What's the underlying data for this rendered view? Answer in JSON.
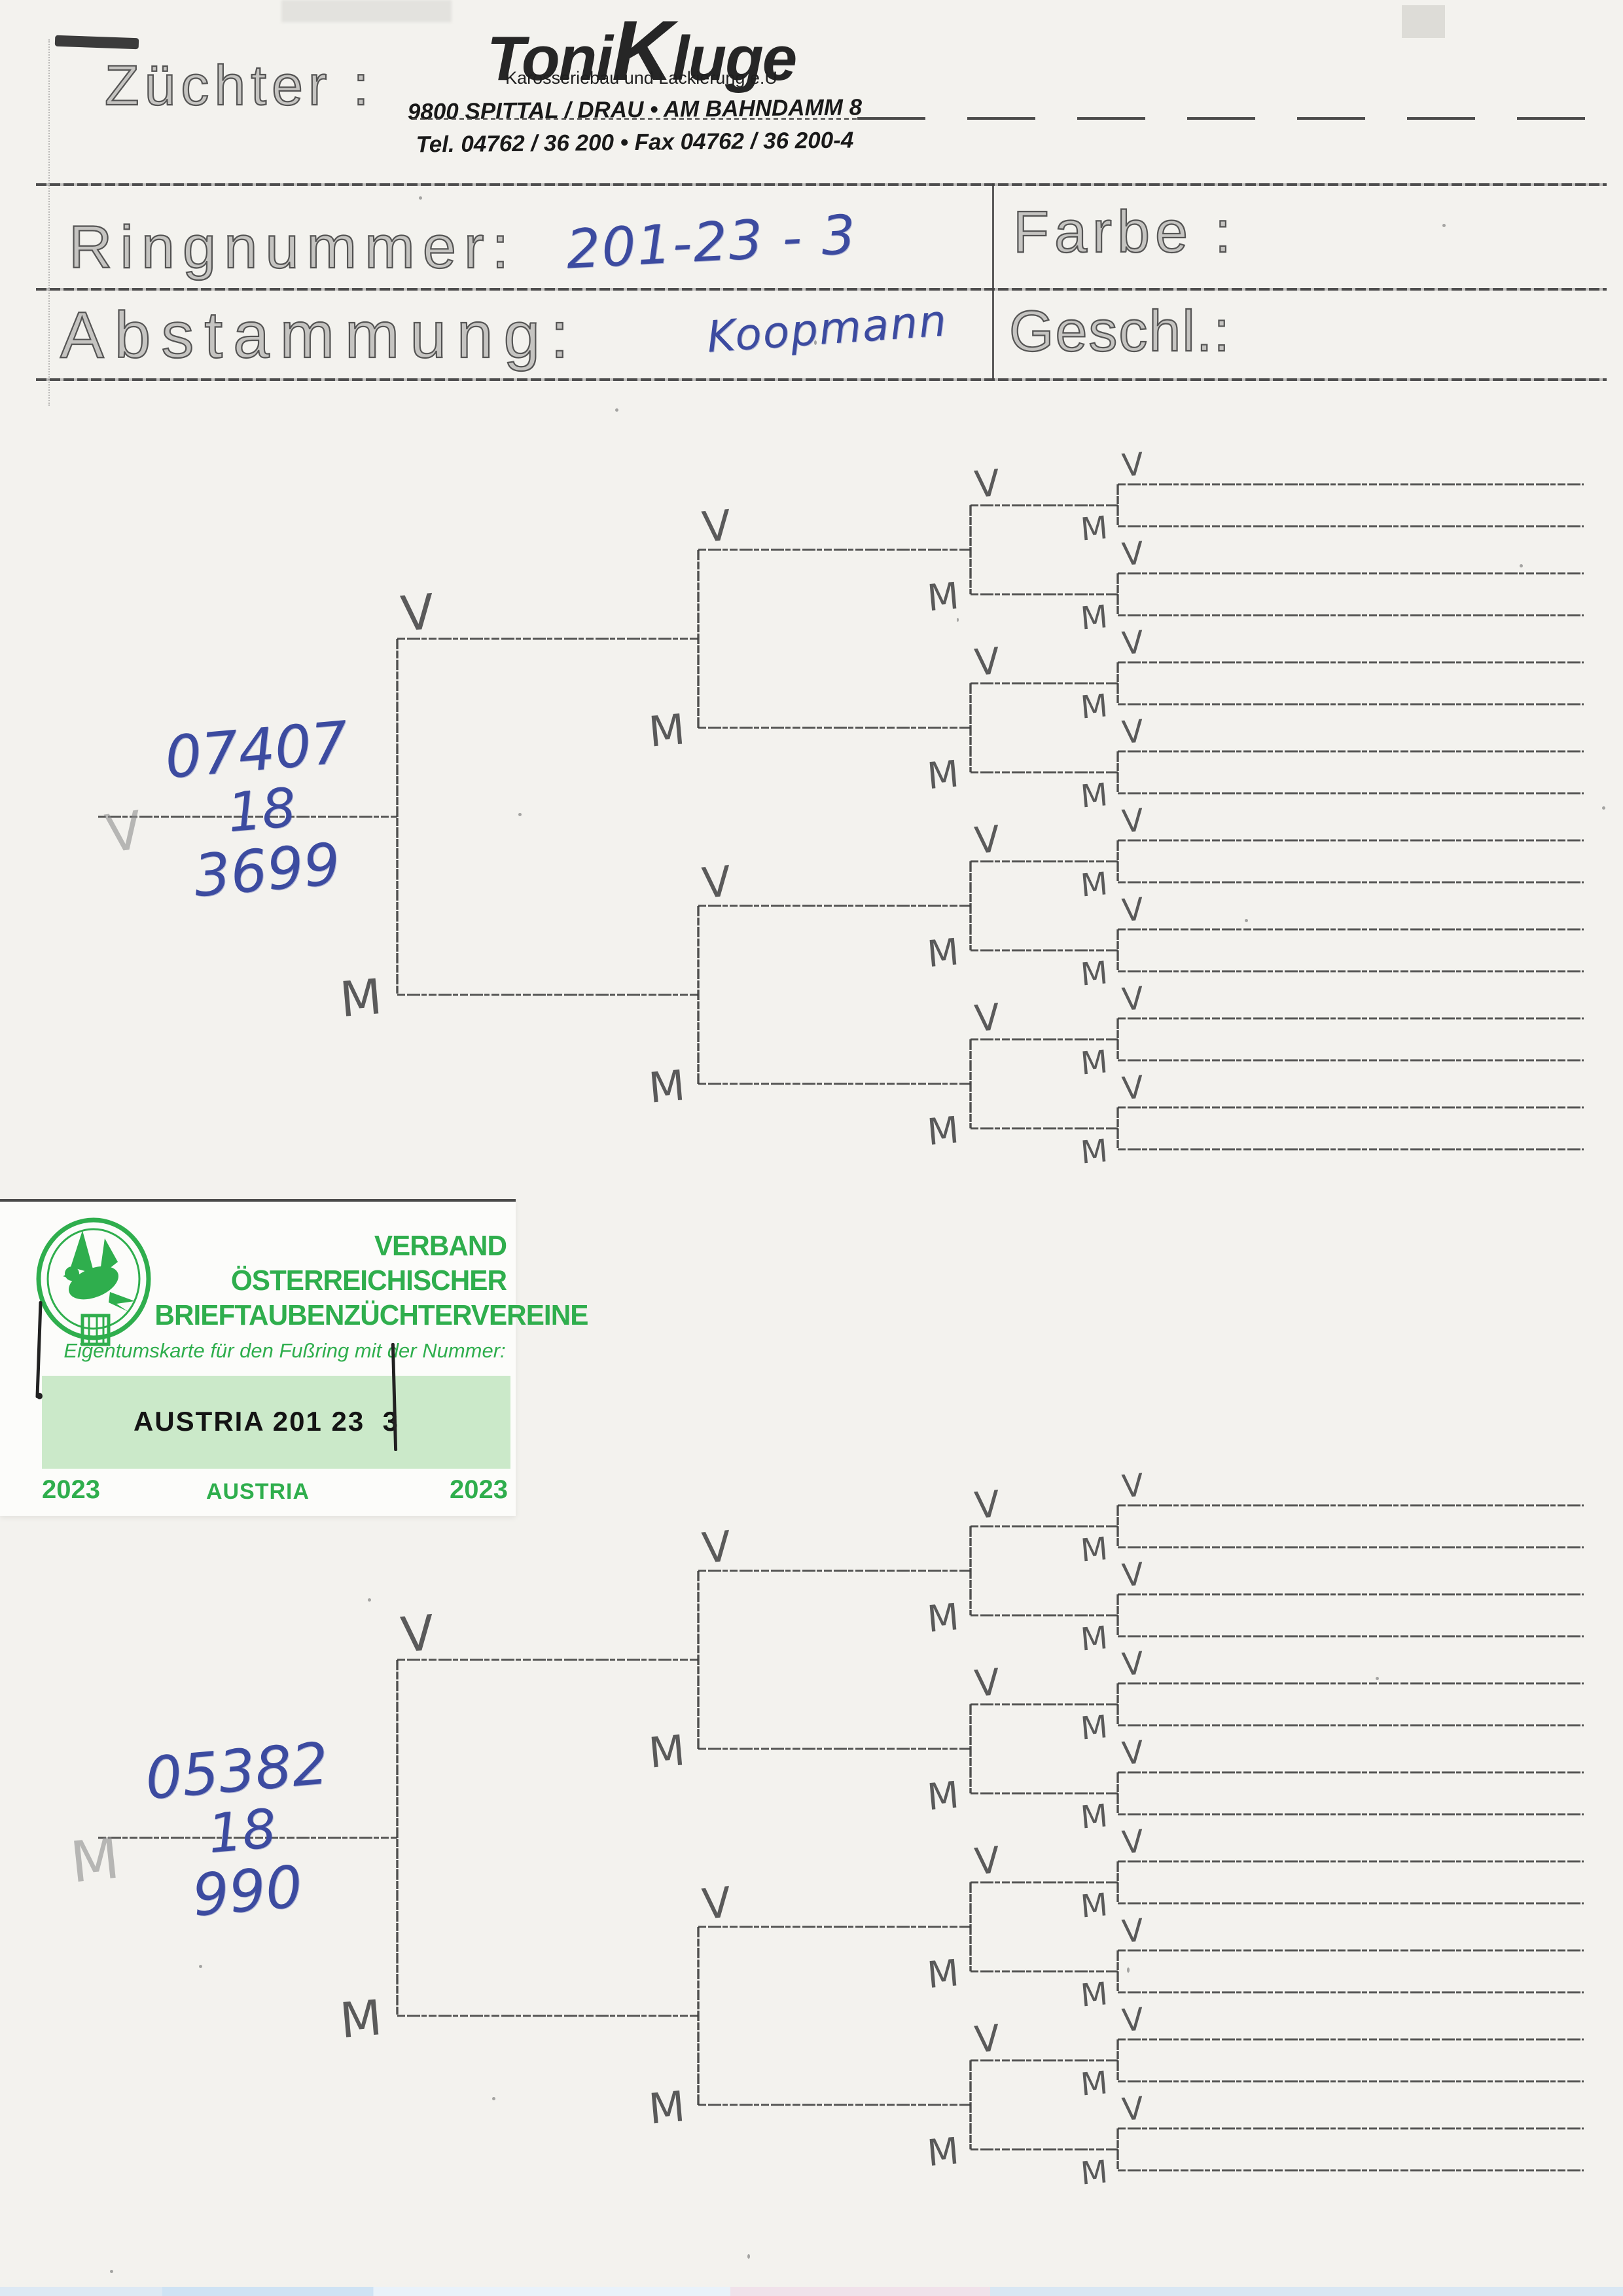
{
  "header": {
    "zuechter_label": "Züchter :",
    "logo": {
      "name_part1": "Toni",
      "name_part2": "K",
      "name_part3": "luge",
      "subtitle": "Karosseriebau und Lackierung e.U",
      "address": "9800 SPITTAL / DRAU • AM BAHNDAMM 8",
      "phone_fax": "Tel. 04762 / 36 200 • Fax 04762 / 36 200-4"
    }
  },
  "form": {
    "ringnummer_label": "Ringnummer:",
    "ringnummer_value": "201-23 - 3",
    "farbe_label": "Farbe :",
    "farbe_value": "",
    "abstammung_label": "Abstammung:",
    "abstammung_value": "Koopmann",
    "geschl_label": "Geschl.:",
    "geschl_value": ""
  },
  "sticker": {
    "association_line1": "VERBAND",
    "association_line2": "ÖSTERREICHISCHER",
    "association_line3": "BRIEFTAUBENZÜCHTERVEREINE",
    "note": "Eigentumskarte für den Fußring mit der Nummer:",
    "ring_number": "AUSTRIA 201 23  3",
    "year_left": "2023",
    "country": "AUSTRIA",
    "year_right": "2023",
    "accent_green": "#2fae4d",
    "band_green": "#cbe9c9"
  },
  "pedigree": {
    "v_label": "V",
    "m_label": "M",
    "ink_blue": "#3c4ba0",
    "father": {
      "sex": "V",
      "ring_line1": "07407",
      "ring_line2": "18",
      "ring_line3": "3699"
    },
    "mother": {
      "sex": "M",
      "ring_line1": "05382",
      "ring_line2": "18",
      "ring_line3": "990"
    }
  }
}
